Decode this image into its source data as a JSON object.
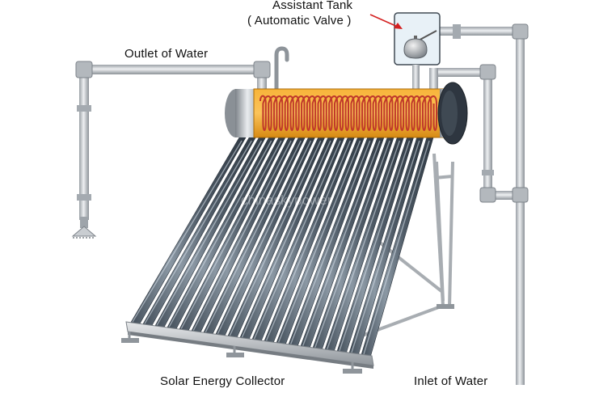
{
  "labels": {
    "assistant_tank": "Assistant Tank",
    "automatic_valve": "( Automatic Valve )",
    "outlet": "Outlet of Water",
    "collector": "Solar Energy Collector",
    "inlet": "Inlet of Water",
    "watermark": "chinaskypower"
  },
  "colors": {
    "background": "#ffffff",
    "pipe": "#bfc3c7",
    "tank_fill": "#f4a21a",
    "coil": "#c0392b",
    "arrow": "#d42020",
    "tube": "#5f6d7a"
  },
  "icons": {
    "shower": "shower-head-icon",
    "valve": "float-valve-icon"
  }
}
